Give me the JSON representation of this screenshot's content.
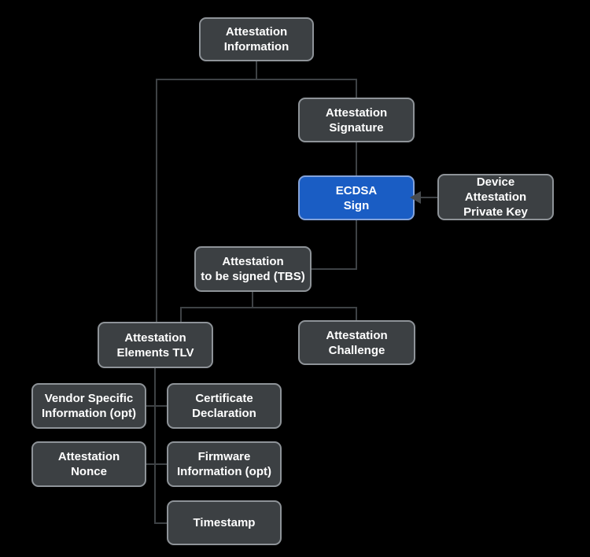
{
  "diagram": {
    "description": "Device attestation information flow diagram",
    "nodes": {
      "info": {
        "label": "Attestation\nInformation"
      },
      "signature": {
        "label": "Attestation\nSignature"
      },
      "ecdsa": {
        "label": "ECDSA\nSign",
        "highlighted": true
      },
      "private_key": {
        "label": "Device\nAttestation\nPrivate Key"
      },
      "tbs": {
        "label": "Attestation\nto be signed (TBS)"
      },
      "elements_tlv": {
        "label": "Attestation\nElements TLV"
      },
      "challenge": {
        "label": "Attestation\nChallenge"
      },
      "vendor_specific": {
        "label": "Vendor Specific\nInformation (opt)"
      },
      "certificate_declaration": {
        "label": "Certificate\nDeclaration"
      },
      "nonce": {
        "label": "Attestation\nNonce"
      },
      "firmware": {
        "label": "Firmware\nInformation (opt)"
      },
      "timestamp": {
        "label": "Timestamp"
      }
    },
    "edges": [
      {
        "from": "info",
        "to": "signature"
      },
      {
        "from": "info",
        "to": "elements_tlv"
      },
      {
        "from": "signature",
        "to": "ecdsa"
      },
      {
        "from": "private_key",
        "to": "ecdsa",
        "arrow": true
      },
      {
        "from": "ecdsa",
        "to": "tbs"
      },
      {
        "from": "tbs",
        "to": "elements_tlv"
      },
      {
        "from": "tbs",
        "to": "challenge"
      },
      {
        "from": "elements_tlv",
        "to": "vendor_specific"
      },
      {
        "from": "elements_tlv",
        "to": "certificate_declaration"
      },
      {
        "from": "elements_tlv",
        "to": "nonce"
      },
      {
        "from": "elements_tlv",
        "to": "firmware"
      },
      {
        "from": "elements_tlv",
        "to": "timestamp"
      }
    ]
  },
  "colors": {
    "background": "#000000",
    "node_fill": "#3c4043",
    "node_border": "#8e9398",
    "edge": "#3e4245",
    "highlight_fill": "#1a5dc4",
    "highlight_border": "#84a3da",
    "text": "#ffffff"
  }
}
